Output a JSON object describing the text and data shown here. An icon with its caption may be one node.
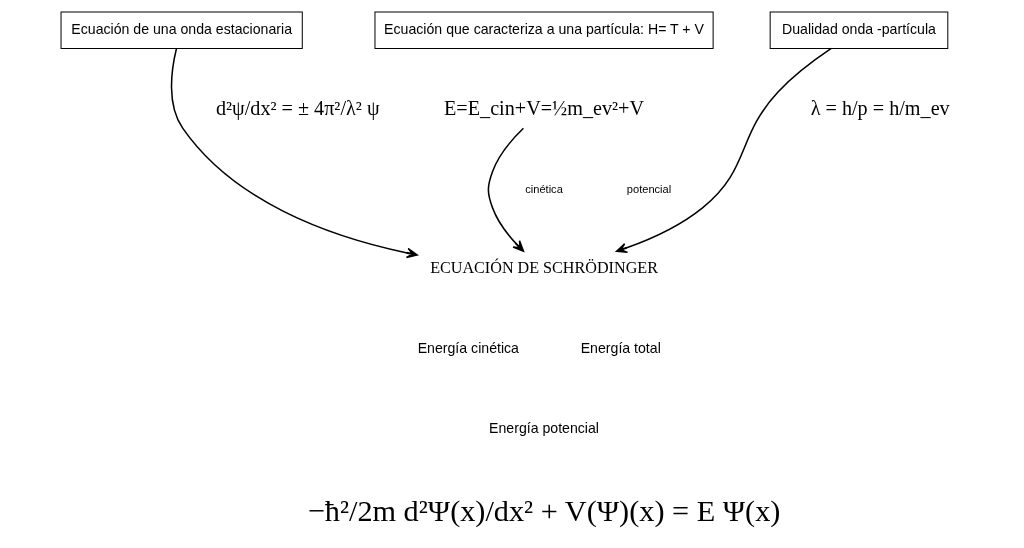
{
  "diagram": {
    "nodes": [
      {
        "text": [
          "Ecuación de una onda estacionaria"
        ]
      },
      {
        "text": [
          "Ecuación que caracteriza a una partícula: H= T + V"
        ]
      },
      {
        "text": [
          "E=E_cin+V=½m_ev²+V"
        ]
      },
      {
        "text": [
          "Dualidad onda -partícula"
        ]
      },
      {
        "text": [
          "ECUACIÓN DE SCHRÖDINGER"
        ]
      }
    ],
    "edges": [
      {
        "from": 0,
        "to": 4,
        "arrow": "to"
      },
      {
        "from": 2,
        "to": 4,
        "arrow": "to"
      },
      {
        "from": 3,
        "to": 4,
        "arrow": "to"
      }
    ],
    "labels": [
      "d²ψ/dx² = ± 4π²/λ² ψ",
      "λ = h/p = h/m_ev",
      "cinética",
      "potencial",
      "Energía cinética",
      "Energía total",
      "Energía potencial",
      "−ħ²/2m d²Ψ(x)/dx² + V(Ψ)(x) = E Ψ(x)"
    ]
  }
}
